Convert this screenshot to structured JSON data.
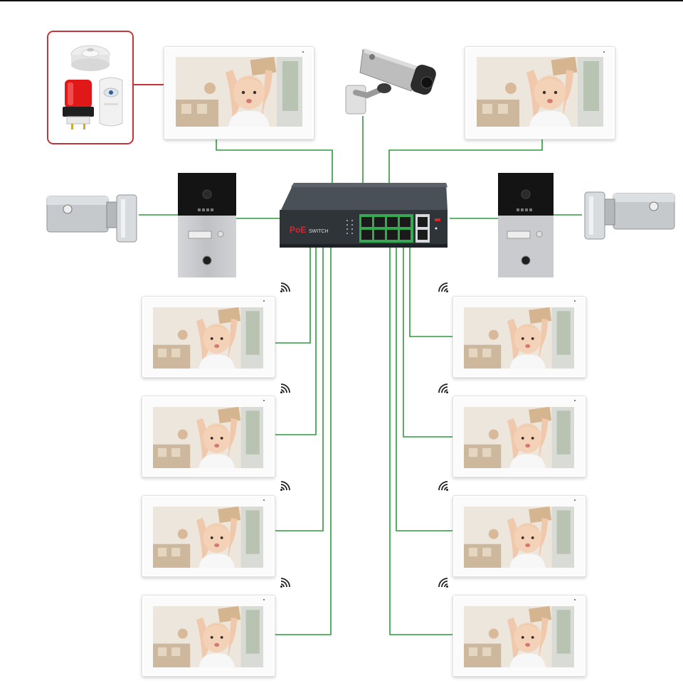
{
  "switch": {
    "brand_text": "PoE",
    "model_text": "SWITCH"
  },
  "devices": {
    "indoor_monitors_count": 10,
    "door_stations_count": 2,
    "electric_locks_count": 2,
    "cctv_camera_count": 1,
    "alarm_sensors": [
      "smoke-detector",
      "alarm-strobe-siren",
      "pir-motion-sensor"
    ]
  },
  "colors": {
    "wire": "#2e9b3c",
    "sensor_link": "#c8333a",
    "switch_body": "#3d4248",
    "port_green": "#35a852"
  }
}
